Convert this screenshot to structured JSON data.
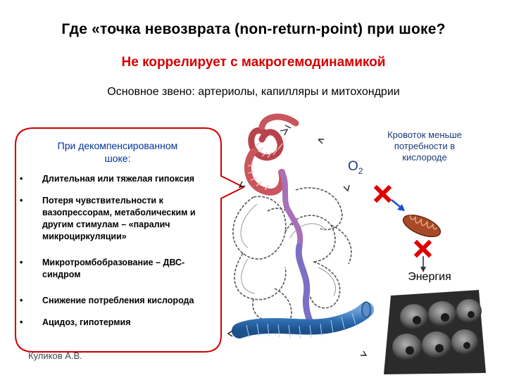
{
  "slide": {
    "title": "Где «точка невозврата (non-return-point) при шоке?",
    "subtitle": "Не коррелирует с макрогемодинамикой",
    "key_line": "Основное звено: артериолы, капилляры и митохондрии"
  },
  "callout": {
    "title": "При декомпенсированном шоке:",
    "bullet_symbol": "•",
    "items": [
      "Длительная или тяжелая гипоксия",
      "Потеря чувствительности к вазопрессорам, метаболическим и другим стимулам – «паралич микроциркуляции»",
      "Микротромбобразование – ДВС-синдром",
      "Снижение потребления кислорода",
      "Ацидоз, гипотермия"
    ]
  },
  "author": "Куликов А.В.",
  "diagram": {
    "o2_label": "O",
    "o2_subscript": "2",
    "blood_flow_text": "Кровоток меньше потребности в кислороде",
    "energy_label": "Энергия"
  },
  "colors": {
    "subtitle": "#d40000",
    "callout_border": "#cc0000",
    "callout_title": "#003399",
    "cross": "#e00000",
    "arrow": "#1a4fd0"
  }
}
